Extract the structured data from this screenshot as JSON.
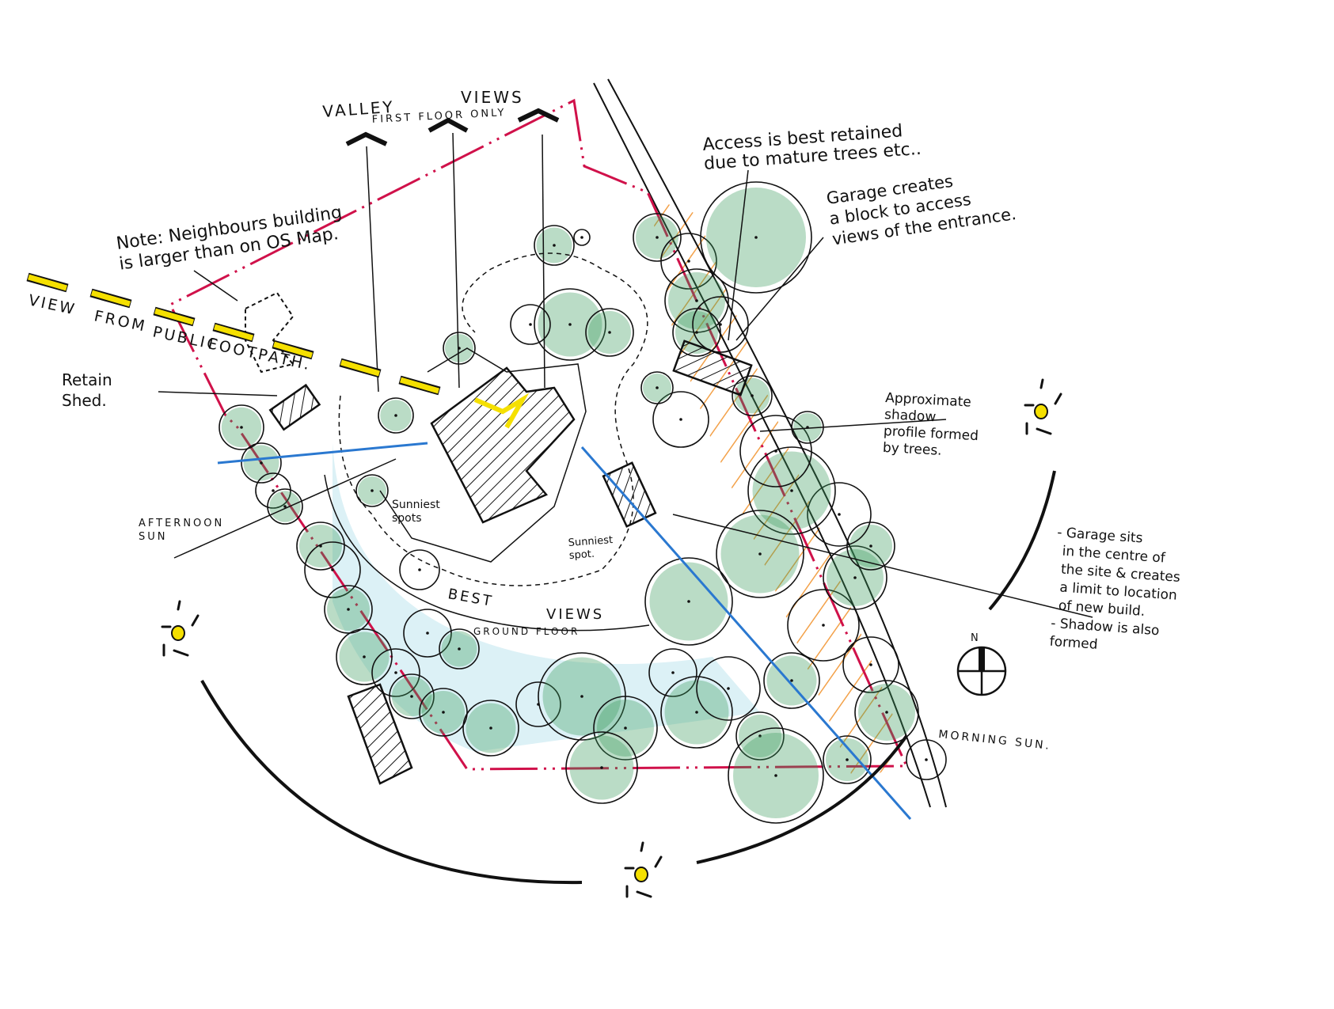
{
  "colors": {
    "boundary": "#d0114a",
    "blue": "#2a78d0",
    "tree_fill": "#3a9a5c",
    "lawn": "#bfe6ee",
    "orange": "#f08a1c",
    "yellow": "#f5e000",
    "ink": "#111111"
  },
  "labels": {
    "valley": "VALLEY",
    "views": "VIEWS",
    "first_floor_only": "FIRST  FLOOR  ONLY",
    "note": [
      "Note: Neighbours building",
      "is larger than on OS Map."
    ],
    "footpath": [
      "VIEW",
      "FROM",
      "PUBLIC",
      "FOOTPATH."
    ],
    "retain_shed": [
      "Retain",
      "Shed."
    ],
    "access": [
      "Access is best retained",
      "due to mature trees etc.."
    ],
    "garage_block": [
      "Garage creates",
      "a block to access",
      "views of the entrance."
    ],
    "shadow": [
      "Approximate",
      "shadow",
      "profile formed",
      "by trees."
    ],
    "garage_centre": [
      "- Garage sits",
      "in the centre of",
      "the site & creates",
      "a limit to location",
      "of new build.",
      "- Shadow is also",
      "formed"
    ],
    "afternoon_sun": [
      "AFTERNOON",
      "SUN"
    ],
    "sunniest_spots": [
      "Sunniest",
      "spots"
    ],
    "sunniest_spot": [
      "Sunniest",
      "spot."
    ],
    "best": "BEST",
    "best_views": "VIEWS",
    "ground_floor": "GROUND   FLOOR",
    "morning_sun": "MORNING  SUN.",
    "north": "N"
  },
  "icons": [
    "sun-icon",
    "north-arrow-icon",
    "view-arrow-icon",
    "tree-icon"
  ]
}
